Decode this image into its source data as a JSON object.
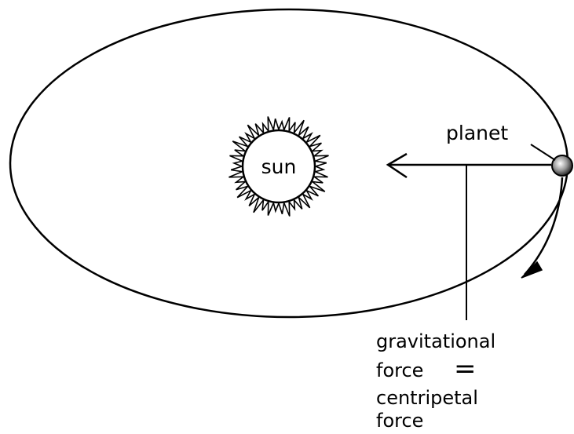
{
  "labels": {
    "sun": "sun",
    "planet": "planet",
    "force_line_1": "gravitational",
    "force_line_2": "force",
    "force_equals": "=",
    "force_line_3": "centripetal",
    "force_line_4": "force"
  },
  "colors": {
    "ink": "#000000",
    "background": "#ffffff"
  }
}
